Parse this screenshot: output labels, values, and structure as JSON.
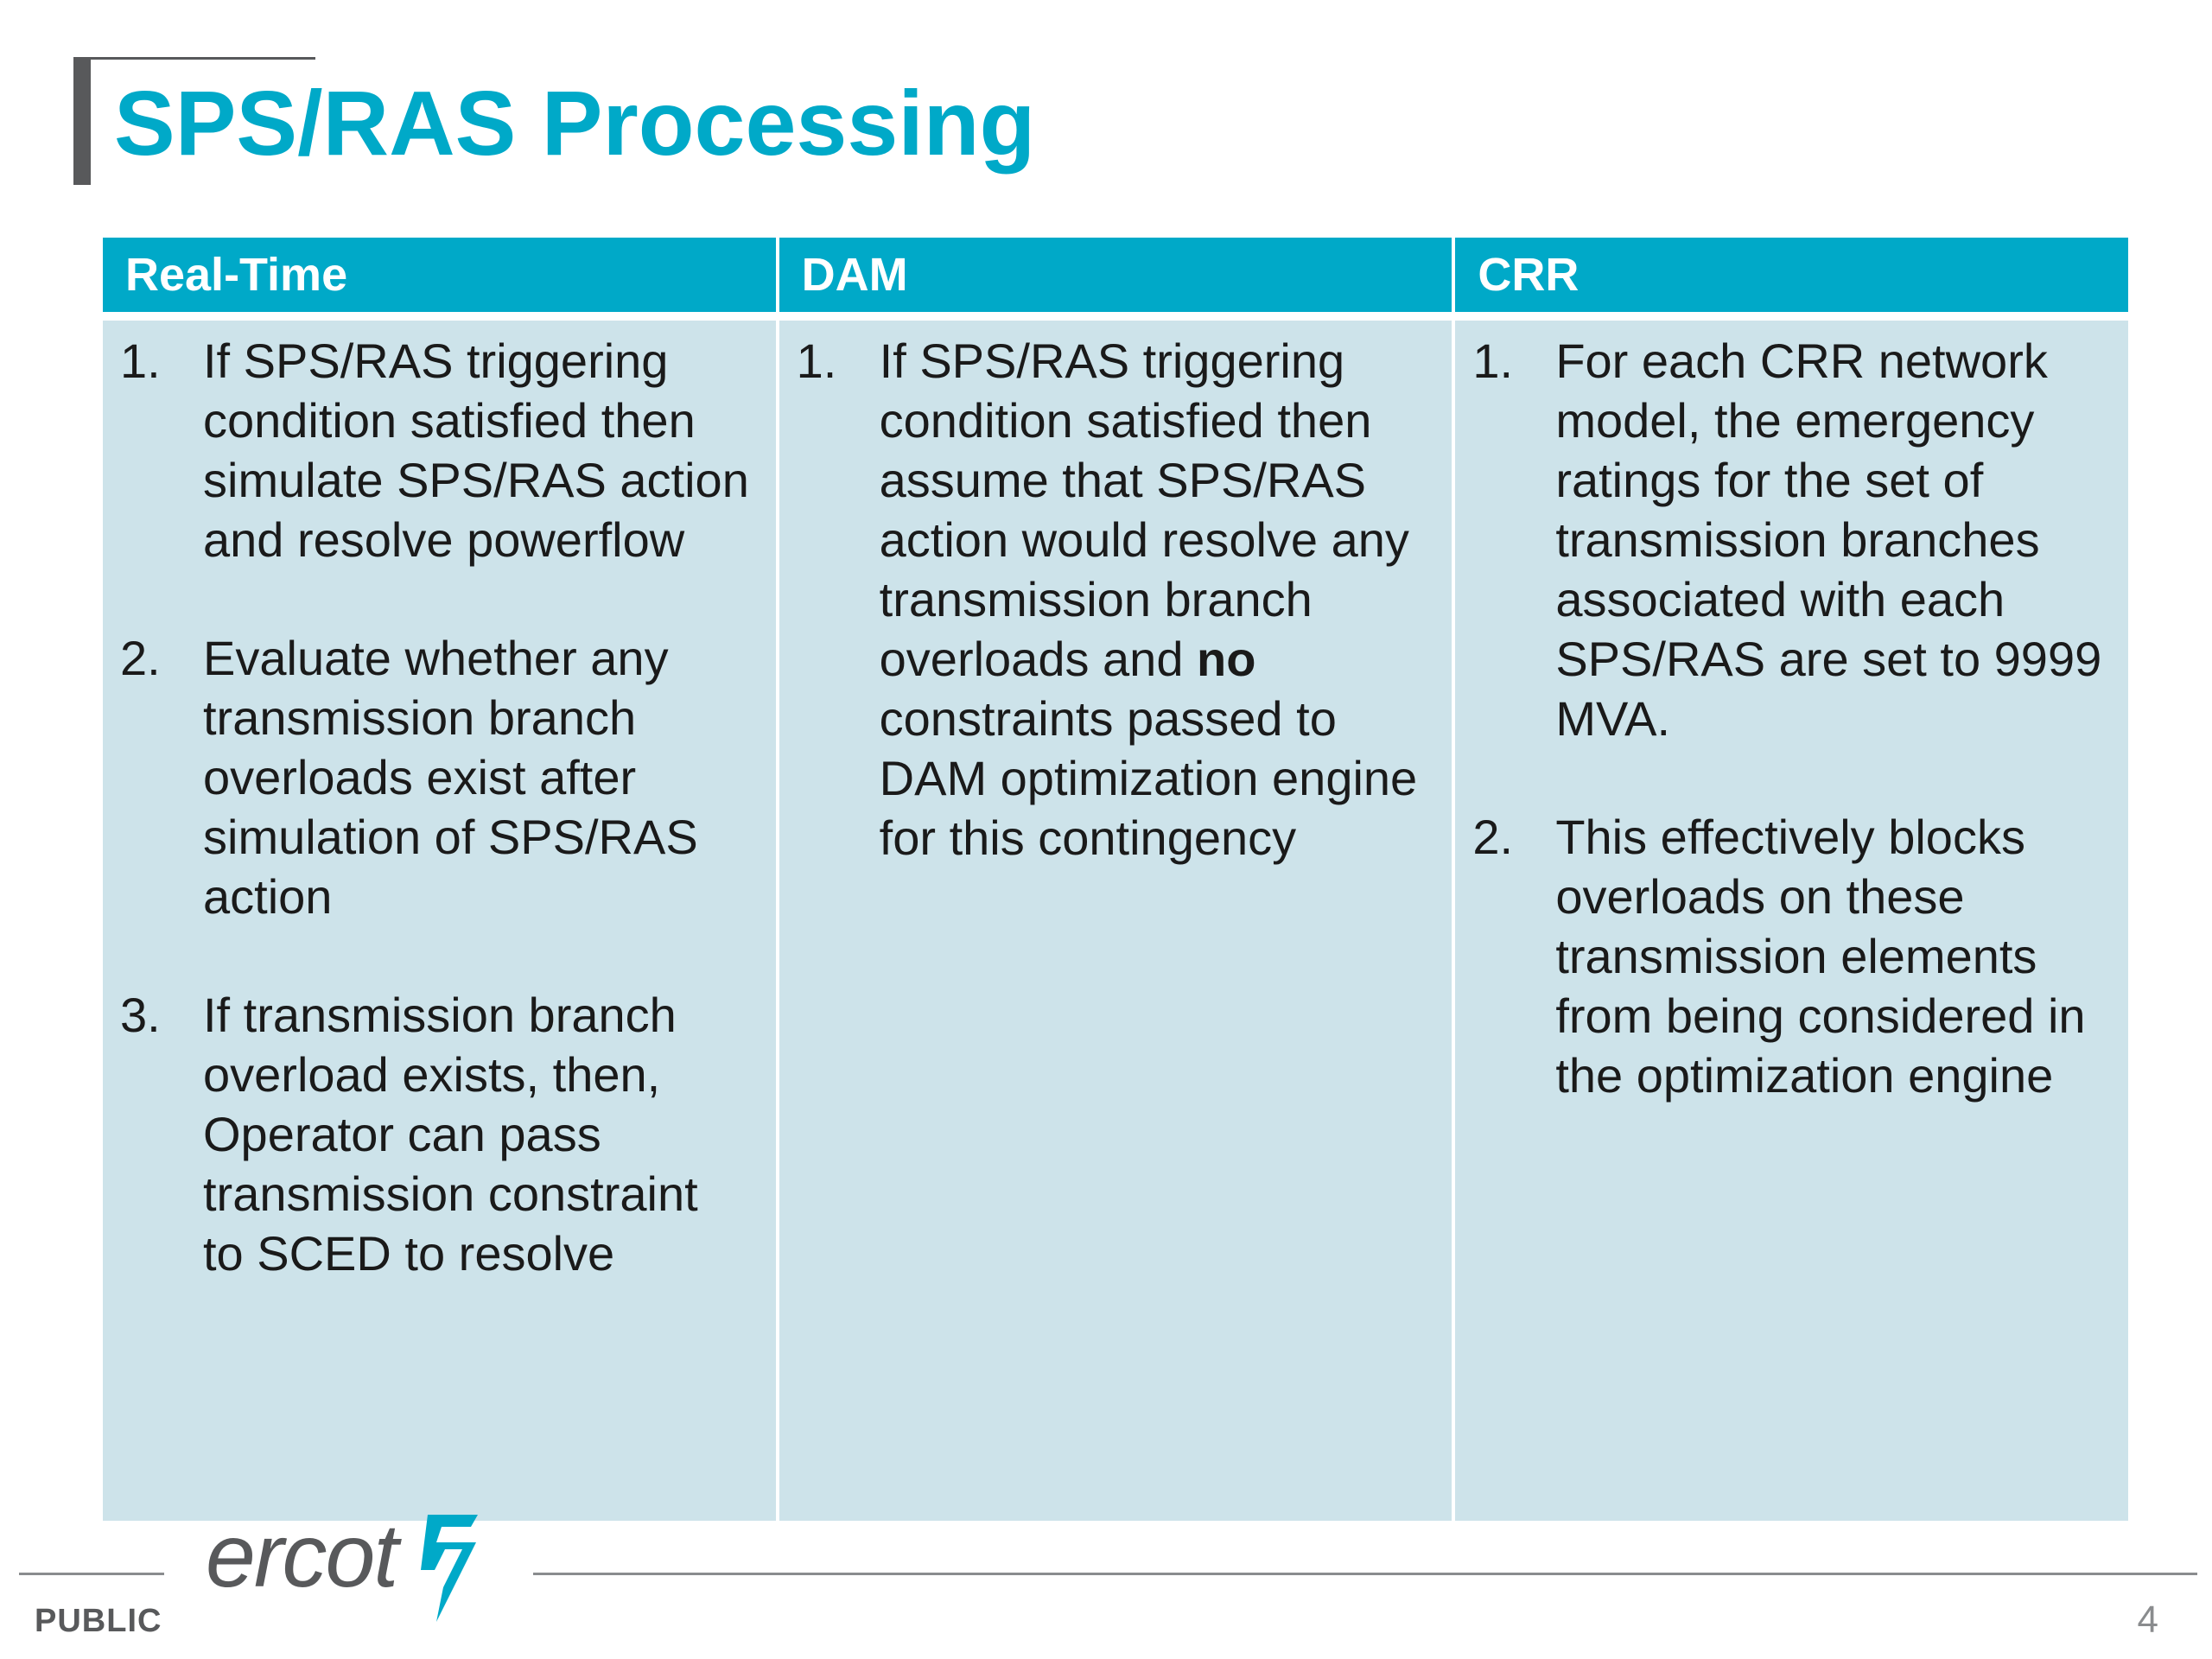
{
  "slide": {
    "title": "SPS/RAS Processing",
    "page_number": "4",
    "classification": "PUBLIC",
    "logo_text": "ercot"
  },
  "colors": {
    "accent": "#00a9c8",
    "cell_background": "#cde3ea",
    "gray": "#58595b"
  },
  "columns": [
    {
      "header": "Real-Time",
      "items": [
        {
          "number": "1.",
          "text": "If SPS/RAS triggering condition satisfied then simulate SPS/RAS action and resolve powerflow"
        },
        {
          "number": "2.",
          "text": "Evaluate whether any transmission branch overloads exist after simulation of SPS/RAS action"
        },
        {
          "number": "3.",
          "text": "If transmission branch overload exists, then, Operator can pass transmission constraint to SCED to resolve"
        }
      ]
    },
    {
      "header": "DAM",
      "items": [
        {
          "number": "1.",
          "text_before": "If SPS/RAS triggering condition satisfied then assume that SPS/RAS action would resolve any transmission branch overloads and ",
          "text_bold": "no",
          "text_after": " constraints passed to DAM optimization engine for this contingency"
        }
      ]
    },
    {
      "header": "CRR",
      "items": [
        {
          "number": "1.",
          "text": "For each CRR network model, the emergency ratings for the set of transmission branches associated with each SPS/RAS are set to 9999 MVA."
        },
        {
          "number": "2.",
          "text": "This effectively blocks overloads on these transmission elements from being considered in the optimization engine"
        }
      ]
    }
  ]
}
